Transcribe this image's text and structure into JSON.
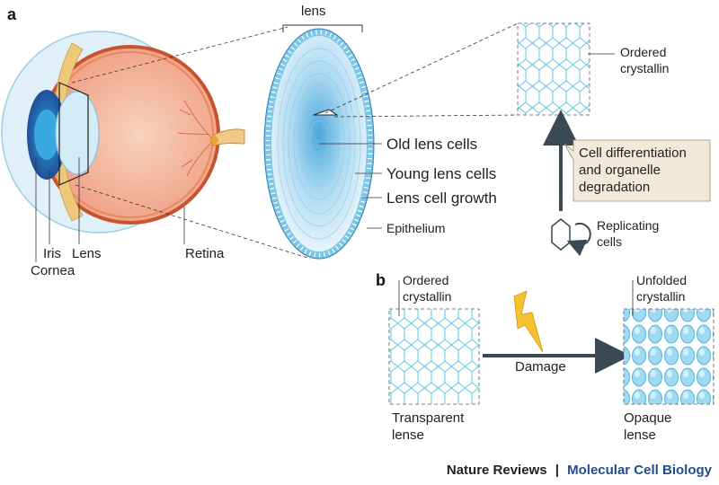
{
  "panels": {
    "a": "a",
    "b": "b"
  },
  "eye": {
    "labels": {
      "iris": "Iris",
      "lens": "Lens",
      "cornea": "Cornea",
      "retina": "Retina"
    }
  },
  "lens_section": {
    "title": "lens",
    "labels": {
      "old_cells": "Old lens cells",
      "young_cells": "Young lens cells",
      "growth": "Lens cell growth",
      "epithelium": "Epithelium"
    }
  },
  "crystallin_top": {
    "line1": "Ordered",
    "line2": "crystallin"
  },
  "differentiation_box": {
    "line1": "Cell differentiation",
    "line2": "and organelle",
    "line3": "degradation"
  },
  "replicating": {
    "line1": "Replicating",
    "line2": "cells"
  },
  "panel_b": {
    "left_label": {
      "line1": "Ordered",
      "line2": "crystallin"
    },
    "right_label": {
      "line1": "Unfolded",
      "line2": "crystallin"
    },
    "arrow_label": "Damage",
    "left_caption": {
      "line1": "Transparent",
      "line2": "lense"
    },
    "right_caption": {
      "line1": "Opaque",
      "line2": "lense"
    }
  },
  "credit": {
    "journal": "Nature Reviews",
    "separator": "|",
    "subject": "Molecular Cell Biology"
  },
  "colors": {
    "accent": "#1f4e8c",
    "arrow": "#3a4a55",
    "lens_blue": "#5bb8e0",
    "retina": "#f2b79c",
    "lightning": "#f6c22e",
    "box_fill": "#f1ead9"
  }
}
